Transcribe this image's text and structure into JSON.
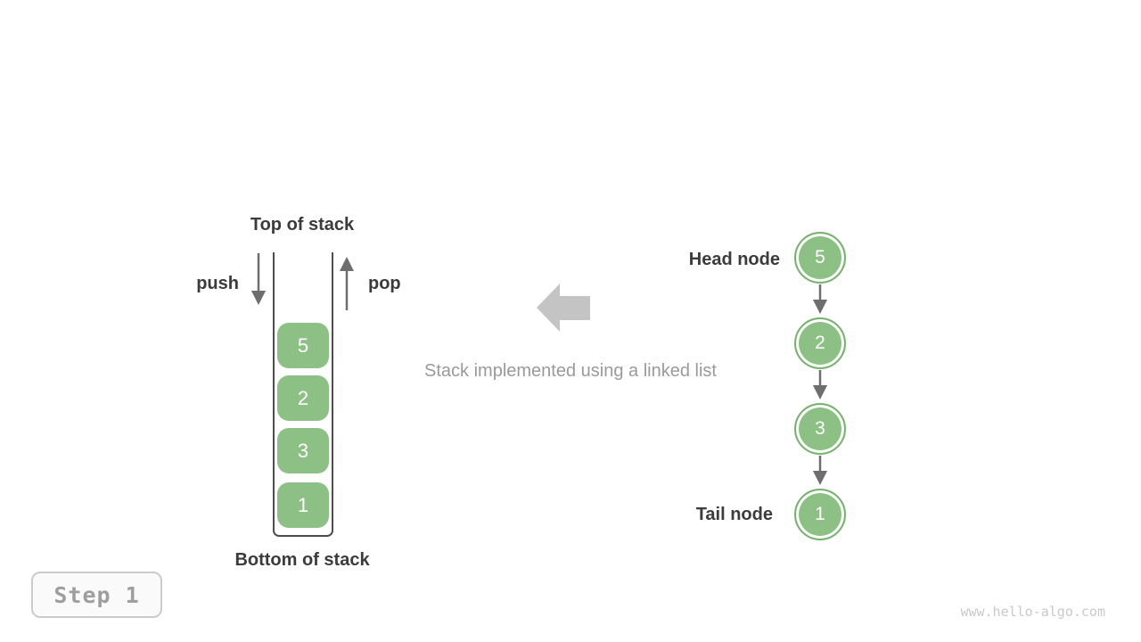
{
  "stack_panel": {
    "top_label": "Top of stack",
    "bottom_label": "Bottom of stack",
    "push_label": "push",
    "pop_label": "pop",
    "items": [
      "5",
      "2",
      "3",
      "1"
    ]
  },
  "middle": {
    "caption": "Stack implemented using a linked list"
  },
  "linked_list": {
    "head_label": "Head node",
    "tail_label": "Tail node",
    "nodes": [
      "5",
      "2",
      "3",
      "1"
    ]
  },
  "footer": {
    "step_label": "Step 1",
    "website": "www.hello-algo.com"
  },
  "icons": {
    "big_left_arrow": "left-arrow-icon",
    "push_arrow": "down-arrow-icon",
    "pop_arrow": "up-arrow-icon",
    "link_arrows": "down-arrow-icon"
  },
  "colors": {
    "node_green": "#8cc084",
    "node_border_green": "#77b36f",
    "container_line": "#4d4d4d",
    "small_arrow_gray": "#6e6e6e",
    "big_arrow_gray": "#c4c4c4",
    "caption_gray": "#9a9a9a",
    "dark_text": "#3b3b3b",
    "step_text_gray": "#9e9e9e",
    "url_gray": "#c9c9c9"
  }
}
